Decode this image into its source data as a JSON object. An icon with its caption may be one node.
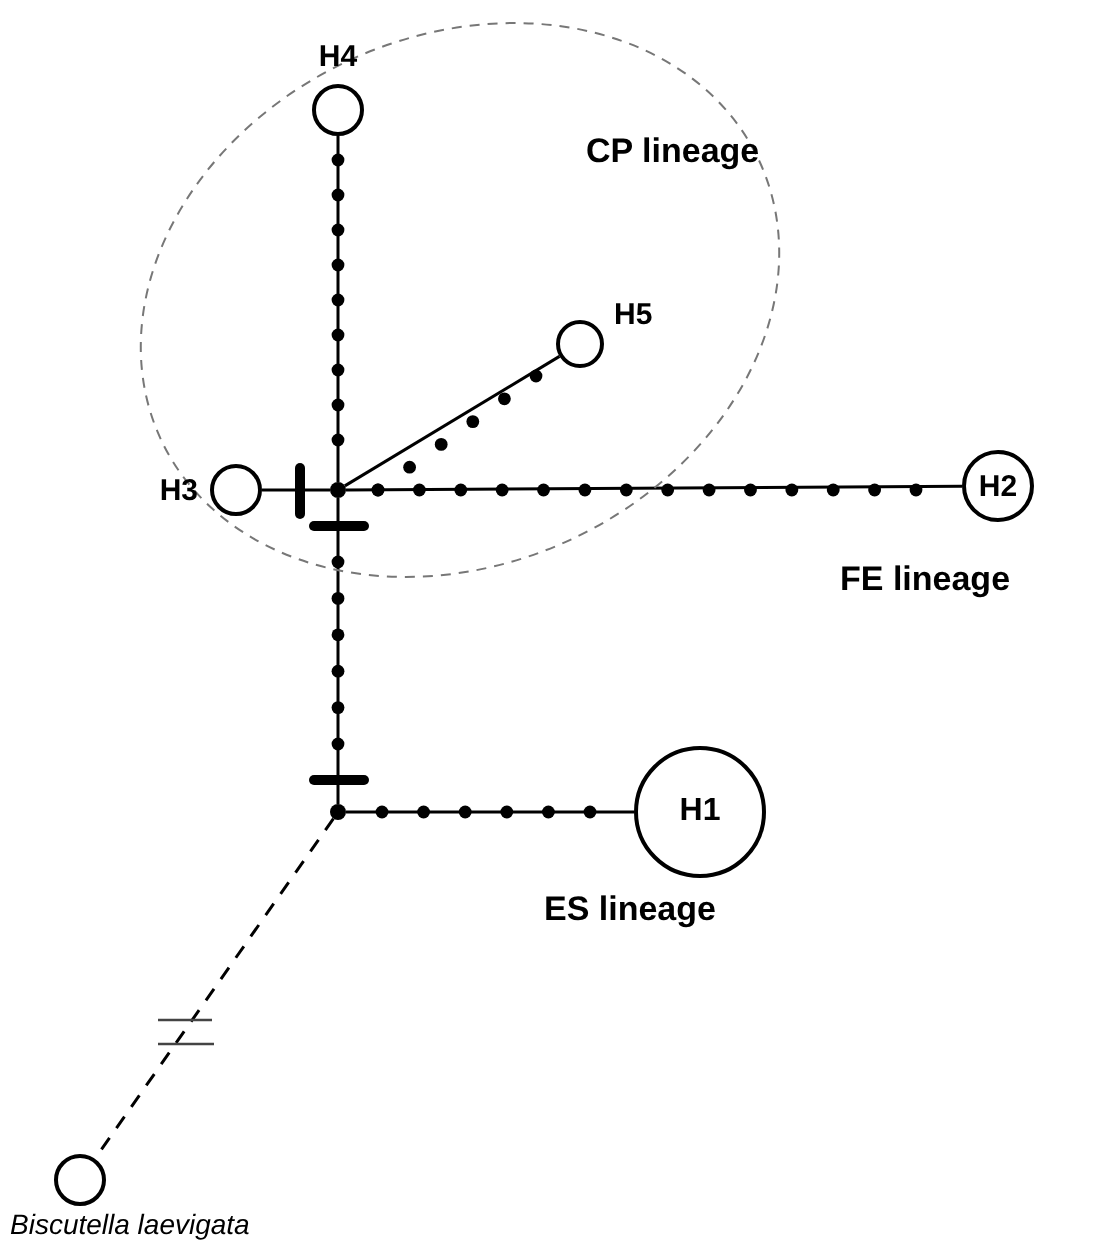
{
  "diagram": {
    "nodes": [
      {
        "text": [
          "CP lineage"
        ]
      },
      {
        "text": [
          "H4"
        ],
        "in": 0
      },
      {
        "text": [
          "H5"
        ],
        "in": 0
      },
      {
        "text": [
          "H3"
        ],
        "in": 0
      },
      {
        "text": [],
        "shape": "dot",
        "in": 0
      },
      {
        "text": [
          "H2"
        ],
        "beside": [
          "FE lineage"
        ]
      },
      {
        "text": [],
        "shape": "dot"
      },
      {
        "text": [
          "H1"
        ],
        "beside": [
          "ES lineage"
        ]
      },
      {
        "text": [
          "Biscutella laevigata"
        ]
      }
    ],
    "edges": [
      {
        "from": 1,
        "to": 4,
        "arrow": "none"
      },
      {
        "from": 4,
        "to": 2,
        "arrow": "none"
      },
      {
        "from": 3,
        "to": 4,
        "arrow": "none"
      },
      {
        "from": 4,
        "to": 5,
        "arrow": "none"
      },
      {
        "from": 4,
        "to": 6,
        "arrow": "none"
      },
      {
        "from": 6,
        "to": 7,
        "arrow": "none"
      },
      {
        "from": 6,
        "to": 8,
        "arrow": "none",
        "style": "dashed"
      }
    ]
  }
}
